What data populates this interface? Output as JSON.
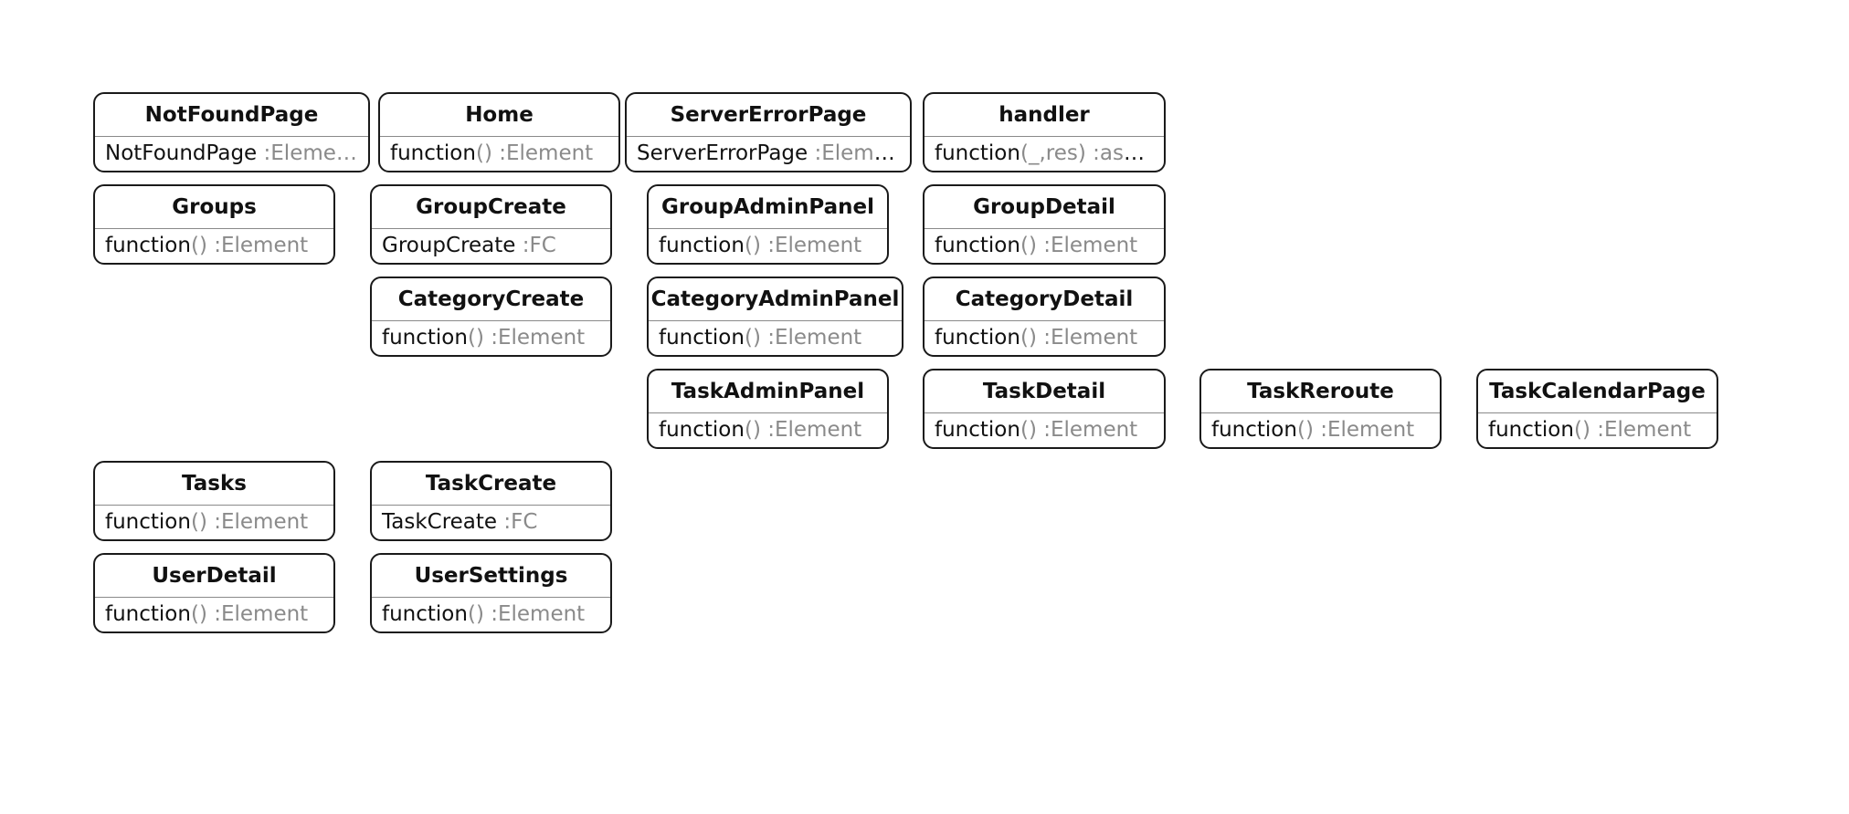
{
  "nodes": [
    {
      "id": "notfoundpage",
      "title": "NotFoundPage",
      "member_name": "NotFoundPage",
      "member_params": "",
      "member_type": " :Eleme…"
    },
    {
      "id": "home",
      "title": "Home",
      "member_name": "function",
      "member_params": "()",
      "member_type": " :Element"
    },
    {
      "id": "servererrorpage",
      "title": "ServerErrorPage",
      "member_name": "ServerErrorPage",
      "member_params": "",
      "member_type": " :Eleme…"
    },
    {
      "id": "handler",
      "title": "handler",
      "member_name": "function",
      "member_params": "(_,res)",
      "member_type": " :async"
    },
    {
      "id": "groups",
      "title": "Groups",
      "member_name": "function",
      "member_params": "()",
      "member_type": " :Element"
    },
    {
      "id": "groupcreate",
      "title": "GroupCreate",
      "member_name": "GroupCreate",
      "member_params": "",
      "member_type": " :FC"
    },
    {
      "id": "groupadminpanel",
      "title": "GroupAdminPanel",
      "member_name": "function",
      "member_params": "()",
      "member_type": " :Element"
    },
    {
      "id": "groupdetail",
      "title": "GroupDetail",
      "member_name": "function",
      "member_params": "()",
      "member_type": " :Element"
    },
    {
      "id": "categorycreate",
      "title": "CategoryCreate",
      "member_name": "function",
      "member_params": "()",
      "member_type": " :Element"
    },
    {
      "id": "categoryadminpanel",
      "title": "CategoryAdminPanel",
      "member_name": "function",
      "member_params": "()",
      "member_type": " :Element"
    },
    {
      "id": "categorydetail",
      "title": "CategoryDetail",
      "member_name": "function",
      "member_params": "()",
      "member_type": " :Element"
    },
    {
      "id": "taskadminpanel",
      "title": "TaskAdminPanel",
      "member_name": "function",
      "member_params": "()",
      "member_type": " :Element"
    },
    {
      "id": "taskdetail",
      "title": "TaskDetail",
      "member_name": "function",
      "member_params": "()",
      "member_type": " :Element"
    },
    {
      "id": "taskreroute",
      "title": "TaskReroute",
      "member_name": "function",
      "member_params": "()",
      "member_type": " :Element"
    },
    {
      "id": "taskcalendarpage",
      "title": "TaskCalendarPage",
      "member_name": "function",
      "member_params": "()",
      "member_type": " :Element"
    },
    {
      "id": "tasks",
      "title": "Tasks",
      "member_name": "function",
      "member_params": "()",
      "member_type": " :Element"
    },
    {
      "id": "taskcreate",
      "title": "TaskCreate",
      "member_name": "TaskCreate",
      "member_params": "",
      "member_type": " :FC"
    },
    {
      "id": "userdetail",
      "title": "UserDetail",
      "member_name": "function",
      "member_params": "()",
      "member_type": " :Element"
    },
    {
      "id": "usersettings",
      "title": "UserSettings",
      "member_name": "function",
      "member_params": "()",
      "member_type": " :Element"
    }
  ]
}
